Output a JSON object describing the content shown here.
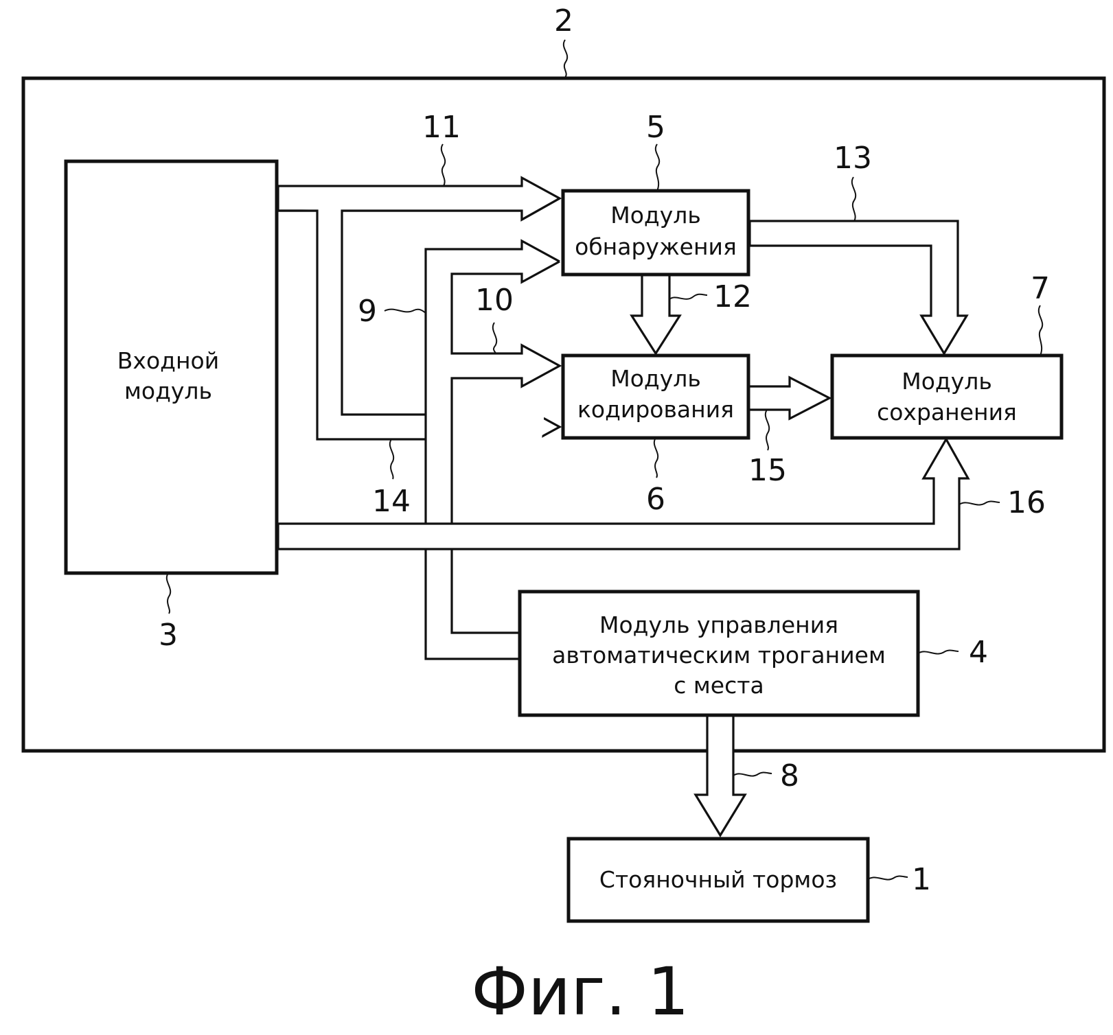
{
  "figure": {
    "caption": "Фиг. 1"
  },
  "blocks": {
    "input": {
      "lines": [
        "Входной",
        "модуль"
      ]
    },
    "detection": {
      "lines": [
        "Модуль",
        "обнаружения"
      ]
    },
    "encoding": {
      "lines": [
        "Модуль",
        "кодирования"
      ]
    },
    "storage": {
      "lines": [
        "Модуль",
        "сохранения"
      ]
    },
    "control": {
      "lines": [
        "Модуль управления",
        "автоматическим троганием",
        "с места"
      ]
    },
    "brake": {
      "lines": [
        "Стояночный тормоз"
      ]
    }
  },
  "refs": {
    "brake": "1",
    "outer": "2",
    "input": "3",
    "control": "4",
    "detection": "5",
    "encoding": "6",
    "storage": "7",
    "out8": "8",
    "sig9": "9",
    "sig10": "10",
    "sig11": "11",
    "sig12": "12",
    "sig13": "13",
    "sig14": "14",
    "sig15": "15",
    "sig16": "16"
  }
}
